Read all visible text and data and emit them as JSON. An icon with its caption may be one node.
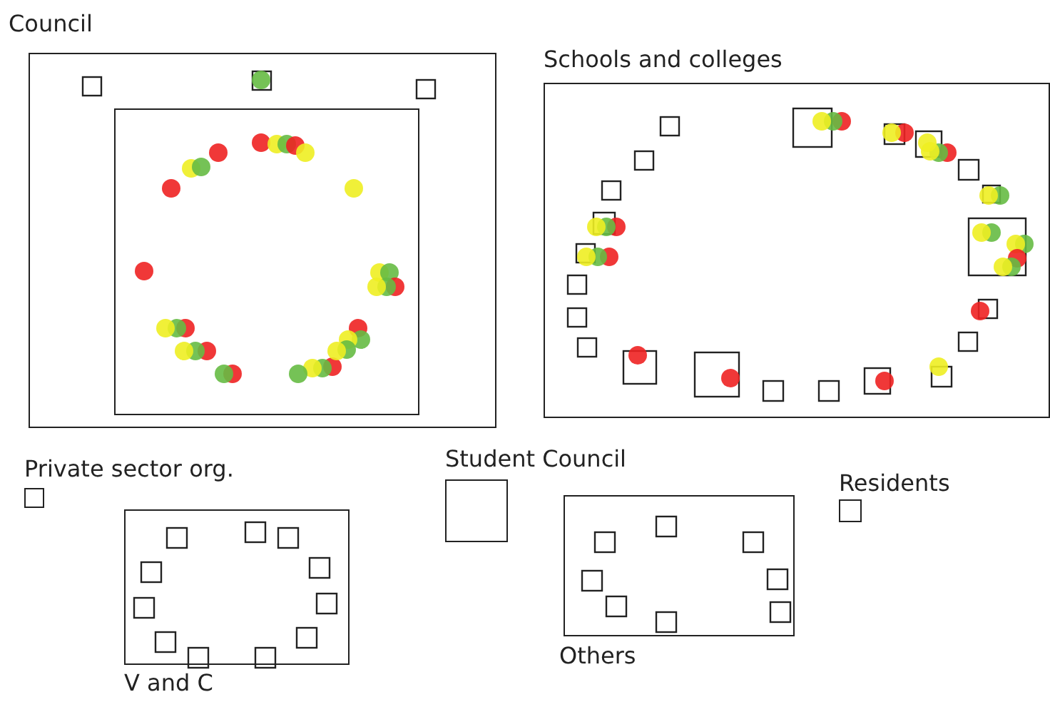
{
  "diagram": {
    "nodes": [
      {
        "text": [
          "Council"
        ]
      },
      {
        "text": [],
        "shape": "box",
        "in": 0
      },
      {
        "text": [
          "Schools and colleges"
        ]
      },
      {
        "text": [
          "Private sector org."
        ]
      },
      {
        "text": [
          "Student Council"
        ]
      },
      {
        "text": [
          "Residents"
        ]
      },
      {
        "text": [
          "V and C"
        ]
      },
      {
        "text": [
          "Others"
        ]
      }
    ]
  }
}
